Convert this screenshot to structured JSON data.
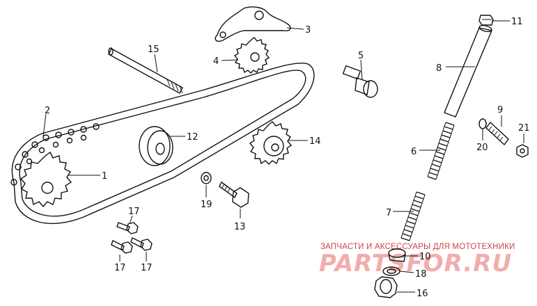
{
  "watermark": {
    "caption": "ЗАПЧАСТИ И АКСЕССУАРЫ ДЛЯ МОТОТЕХНИКИ",
    "brand": "PARTSFOR.RU"
  },
  "callouts": {
    "p1": "1",
    "p2": "2",
    "p3": "3",
    "p4": "4",
    "p5": "5",
    "p6": "6",
    "p7": "7",
    "p8": "8",
    "p9": "9",
    "p10": "10",
    "p11": "11",
    "p12": "12",
    "p13": "13",
    "p14": "14",
    "p15": "15",
    "p16": "16",
    "p17a": "17",
    "p17b": "17",
    "p17c": "17",
    "p18": "18",
    "p19": "19",
    "p20": "20",
    "p21": "21"
  },
  "colors": {
    "line": "#111111",
    "watermark": "#e86a6a",
    "caption": "#cc4444"
  }
}
